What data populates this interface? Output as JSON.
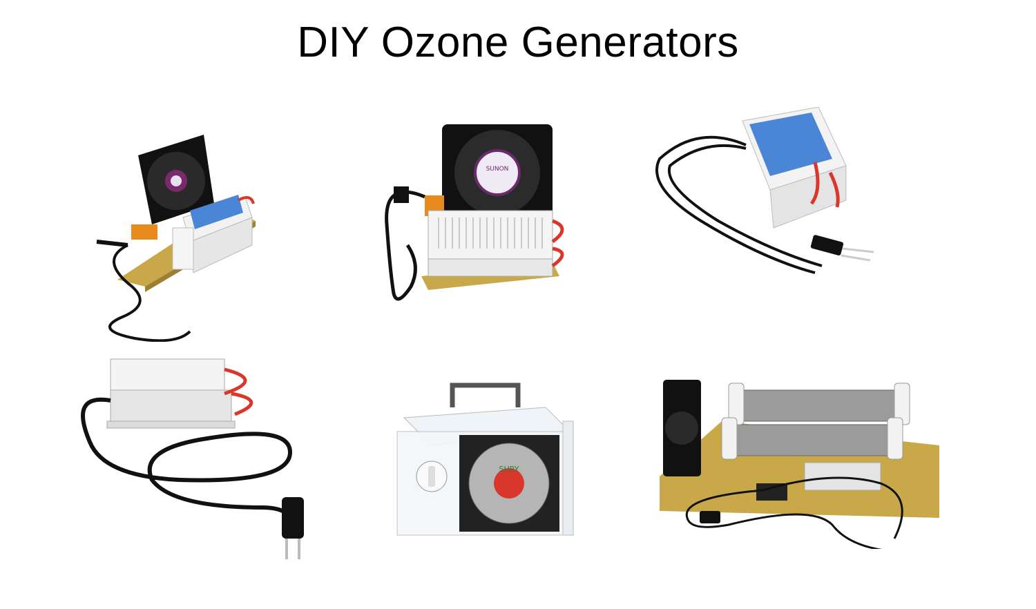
{
  "page": {
    "title": "DIY Ozone Generators"
  },
  "products": [
    {
      "id": "fan-plate-blue",
      "label_text": ""
    },
    {
      "id": "fan-plate-white",
      "label_text": "SUNON"
    },
    {
      "id": "ceramic-blue-cord",
      "label_text": ""
    },
    {
      "id": "ceramic-white-cord",
      "label_text": ""
    },
    {
      "id": "acrylic-case",
      "label_text": "SHRY"
    },
    {
      "id": "dual-tube",
      "label_text": ""
    }
  ],
  "colors": {
    "board": "#c9a84a",
    "ceramic_blue": "#4b86d6",
    "cord": "#111111",
    "wire_red": "#d9372b",
    "terminal": "#e88a1e"
  }
}
